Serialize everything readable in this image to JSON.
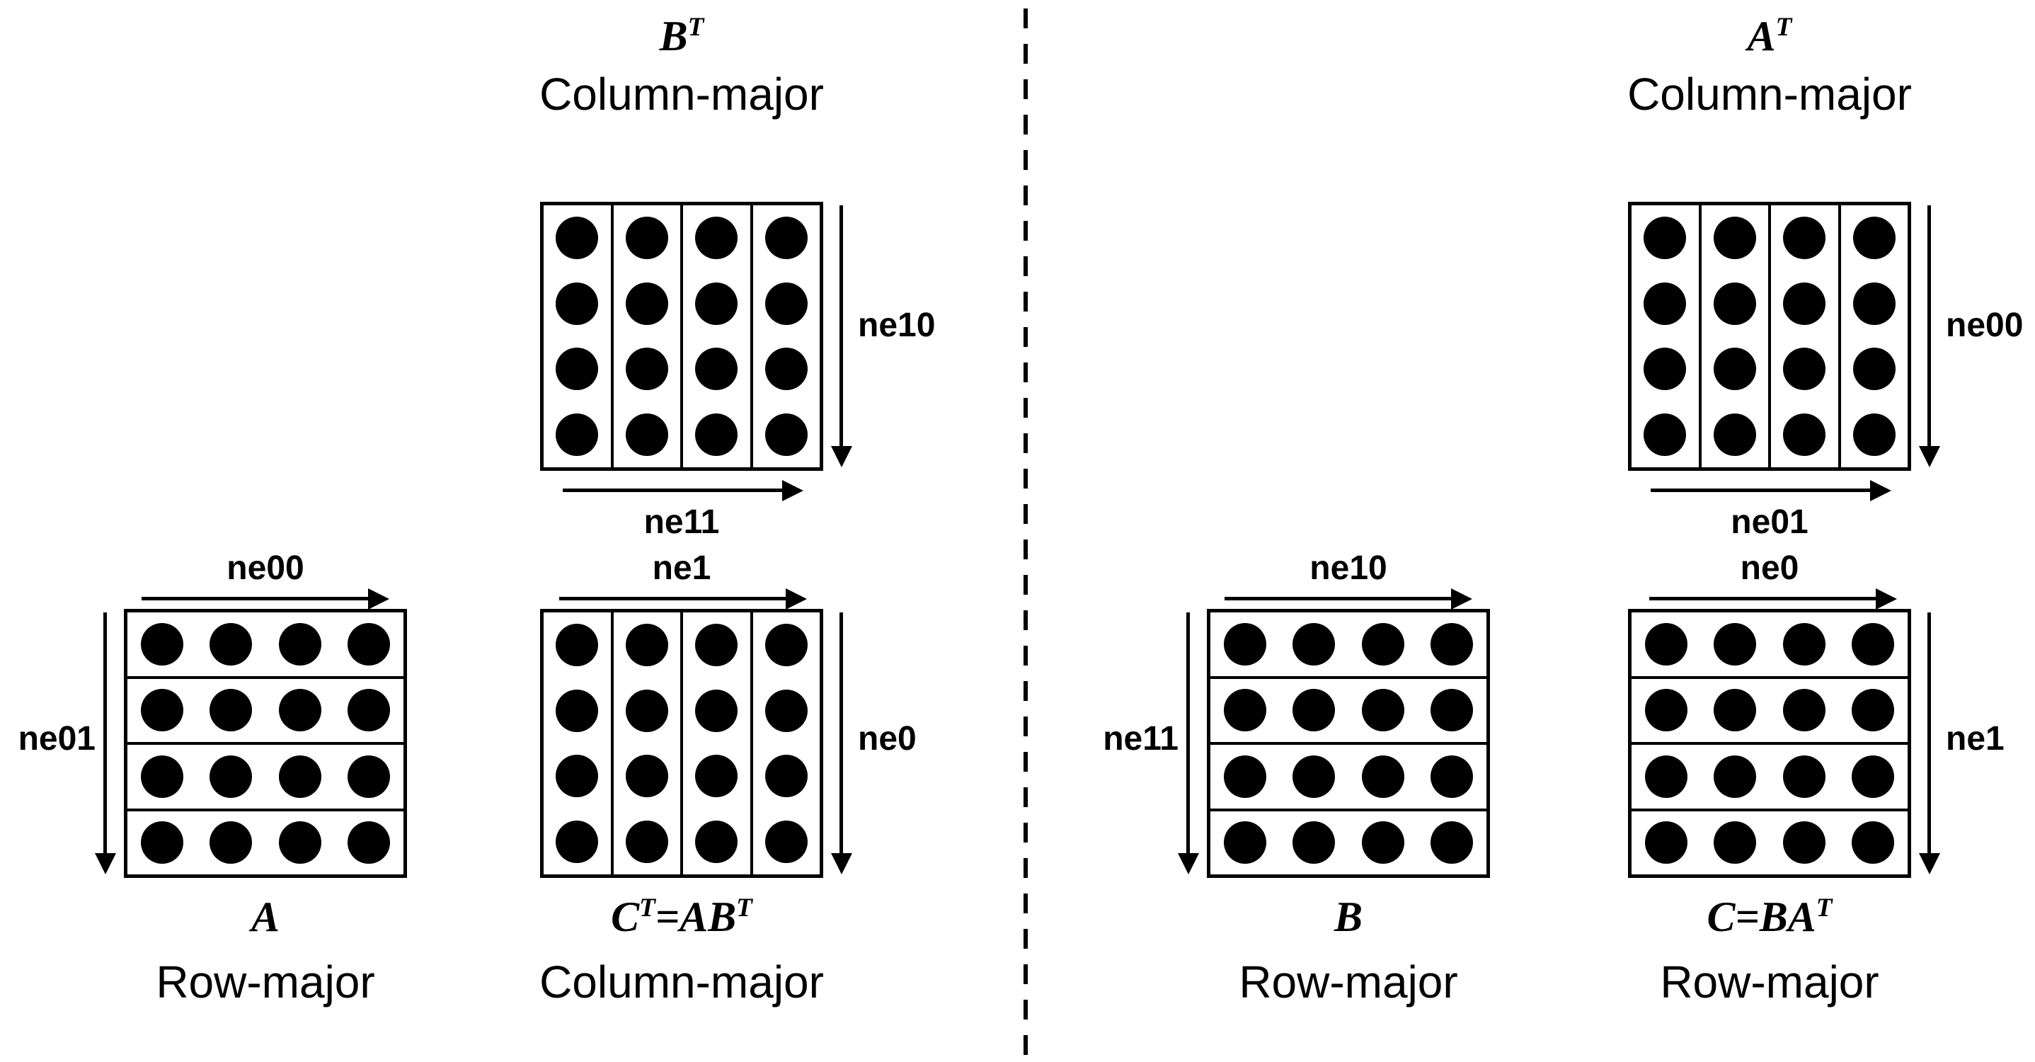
{
  "colors": {
    "ink": "#000000",
    "background": "#ffffff"
  },
  "figure": {
    "panels": [
      {
        "side": "left",
        "top_group": {
          "title": "B^T",
          "subtitle": "Column-major",
          "matrix": {
            "orientation": "column",
            "rows": 4,
            "cols": 4
          },
          "right_arrow_label": "ne10",
          "bottom_arrow_label": "ne11"
        },
        "input_group": {
          "title": "A",
          "subtitle": "Row-major",
          "matrix": {
            "orientation": "row",
            "rows": 4,
            "cols": 4
          },
          "top_arrow_label": "ne00",
          "left_arrow_label": "ne01"
        },
        "output_group": {
          "title": "C^T=AB^T",
          "subtitle": "Column-major",
          "matrix": {
            "orientation": "column",
            "rows": 4,
            "cols": 4
          },
          "top_arrow_label": "ne1",
          "right_arrow_label": "ne0"
        }
      },
      {
        "side": "right",
        "top_group": {
          "title": "A^T",
          "subtitle": "Column-major",
          "matrix": {
            "orientation": "column",
            "rows": 4,
            "cols": 4
          },
          "right_arrow_label": "ne00",
          "bottom_arrow_label": "ne01"
        },
        "input_group": {
          "title": "B",
          "subtitle": "Row-major",
          "matrix": {
            "orientation": "row",
            "rows": 4,
            "cols": 4
          },
          "top_arrow_label": "ne10",
          "left_arrow_label": "ne11"
        },
        "output_group": {
          "title": "C=BA^T",
          "subtitle": "Row-major",
          "matrix": {
            "orientation": "row",
            "rows": 4,
            "cols": 4
          },
          "top_arrow_label": "ne0",
          "right_arrow_label": "ne1"
        }
      }
    ]
  }
}
